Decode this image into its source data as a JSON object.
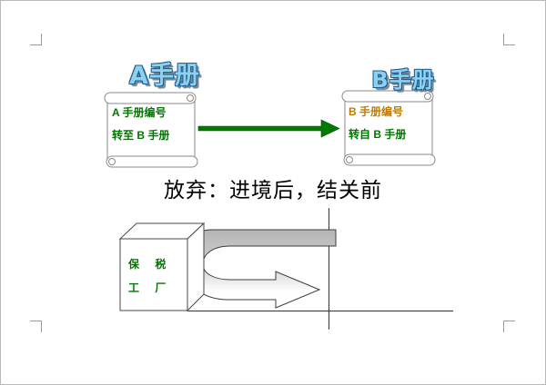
{
  "titles": {
    "left": "A手册",
    "right": "B手册"
  },
  "scroll_left": {
    "line1": "A 手册编号",
    "line2": "转至 B 手册"
  },
  "scroll_right": {
    "line1": "B 手册编号",
    "line2": "转自 B 手册"
  },
  "heading": "放弃：进境后，结关前",
  "factory_box": {
    "line1": "保 税",
    "line2": "工 厂"
  },
  "colors": {
    "wordart_fill": "#8ed0ee",
    "wordart_outline": "#1c5d8f",
    "green_text": "#007700",
    "orange_text": "#bf7b00",
    "arrow_green": "#007a00",
    "band_gray": "#b5b5b5"
  }
}
